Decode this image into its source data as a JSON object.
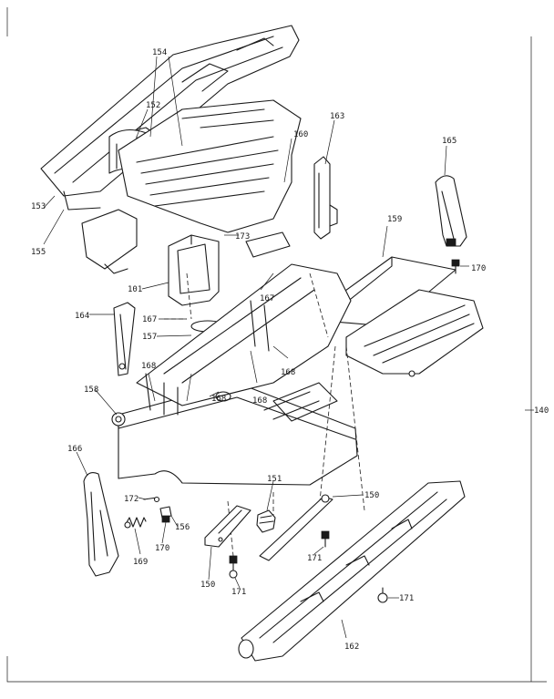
{
  "callouts": {
    "c154": "154",
    "c152": "152",
    "c160": "160",
    "c163": "163",
    "c165": "165",
    "c153": "153",
    "c155": "155",
    "c173": "173",
    "c159": "159",
    "c170a": "170",
    "c101": "101",
    "c167a": "167",
    "c167b": "167",
    "c164": "164",
    "c157": "157",
    "c168a": "168",
    "c168b": "168",
    "c168c": "168",
    "c168d": "168",
    "c158": "158",
    "c140": "140",
    "c166": "166",
    "c151": "151",
    "c150a": "150",
    "c150b": "150",
    "c172": "172",
    "c156": "156",
    "c170b": "170",
    "c169": "169",
    "c171a": "171",
    "c171b": "171",
    "c171c": "171",
    "c162": "162"
  }
}
